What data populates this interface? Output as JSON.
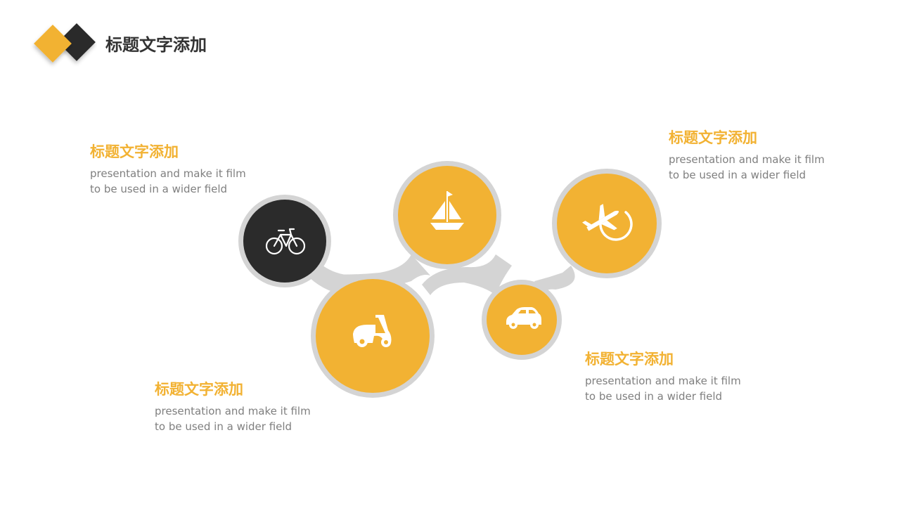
{
  "header": {
    "title": "标题文字添加"
  },
  "colors": {
    "accent": "#F2B233",
    "dark": "#2B2B2B",
    "connector": "#D4D4D4",
    "body_text": "#7F7F7F",
    "title_text": "#333333"
  },
  "nodes": [
    {
      "icon": "bicycle-icon",
      "fill": "#2B2B2B"
    },
    {
      "icon": "scooter-icon",
      "fill": "#F2B233"
    },
    {
      "icon": "sailboat-icon",
      "fill": "#F2B233"
    },
    {
      "icon": "car-icon",
      "fill": "#F2B233"
    },
    {
      "icon": "airplane-icon",
      "fill": "#F2B233"
    }
  ],
  "blocks": [
    {
      "title": "标题文字添加",
      "line1": "presentation and make it film",
      "line2": "to be used in a wider field"
    },
    {
      "title": "标题文字添加",
      "line1": "presentation and make it film",
      "line2": "to be used in a wider field"
    },
    {
      "title": "标题文字添加",
      "line1": "presentation and make it film",
      "line2": "to be used in a wider field"
    },
    {
      "title": "标题文字添加",
      "line1": "presentation and make it film",
      "line2": "to be used in a wider field"
    }
  ]
}
